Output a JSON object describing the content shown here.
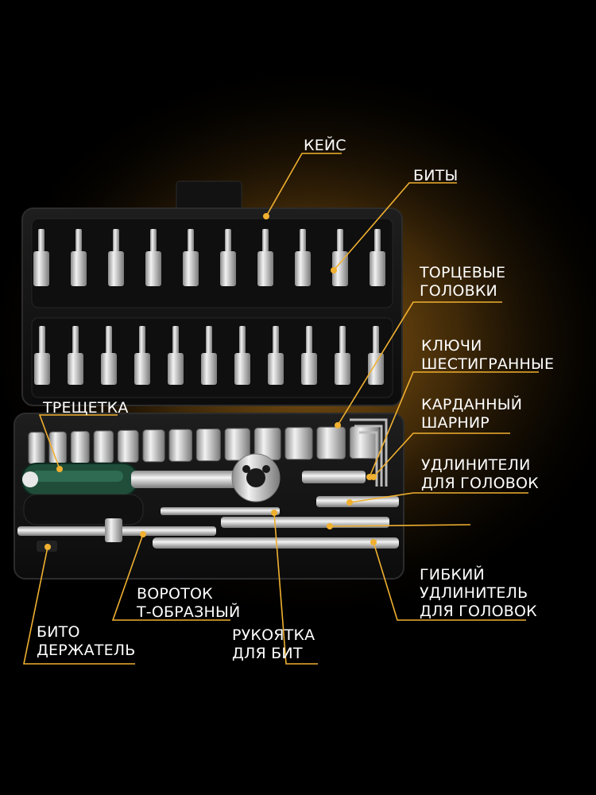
{
  "colors": {
    "background": "#000000",
    "glow": "#8a5a12",
    "case": "#151515",
    "leader_line": "#f0b030",
    "label_text": "#ffffff",
    "ratchet_handle": "#1f4d3a",
    "chrome": "#d8d8d8"
  },
  "labels": {
    "case": "КЕЙС",
    "bits": "БИТЫ",
    "sockets": "ТОРЦЕВЫЕ\nГОЛОВКИ",
    "hex_keys": "КЛЮЧИ\nШЕСТИГРАННЫЕ",
    "ratchet": "ТРЕЩЕТКА",
    "universal_joint": "КАРДАННЫЙ\nШАРНИР",
    "extensions": "УДЛИНИТЕЛИ\nДЛЯ ГОЛОВОК",
    "flexible_extension": "ГИБКИЙ\nУДЛИНИТЕЛЬ\nДЛЯ ГОЛОВОК",
    "t_handle": "ВОРОТОК\nТ-ОБРАЗНЫЙ",
    "bit_handle": "РУКОЯТКА\nДЛЯ БИТ",
    "bit_holder": "БИТО\nДЕРЖАТЕЛЬ"
  }
}
